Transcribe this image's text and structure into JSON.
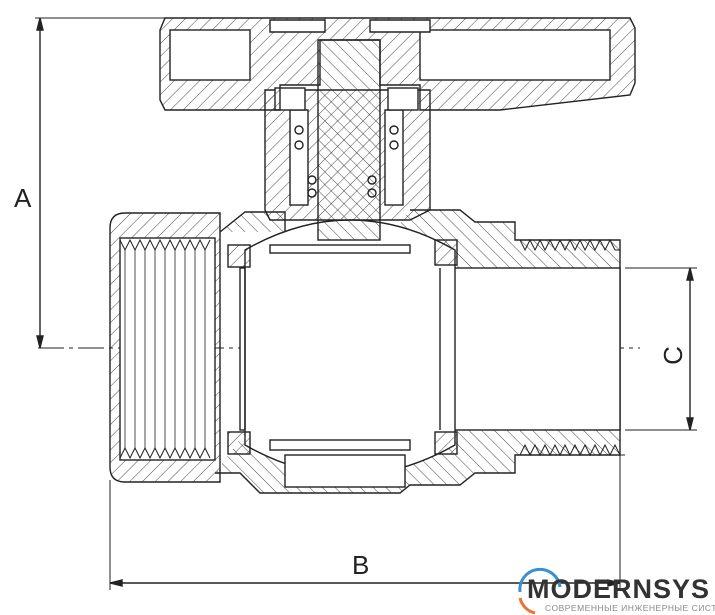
{
  "dimensions": {
    "a_label": "A",
    "b_label": "B",
    "c_label": "C"
  },
  "logo": {
    "name": "MODERNSYS",
    "tagline": "СОВРЕМЕННЫЕ ИНЖЕНЕРНЫЕ СИСТЕМЫ",
    "accent_blue": "#3a8fd0",
    "accent_orange": "#e8743a"
  },
  "colors": {
    "line": "#222222"
  }
}
